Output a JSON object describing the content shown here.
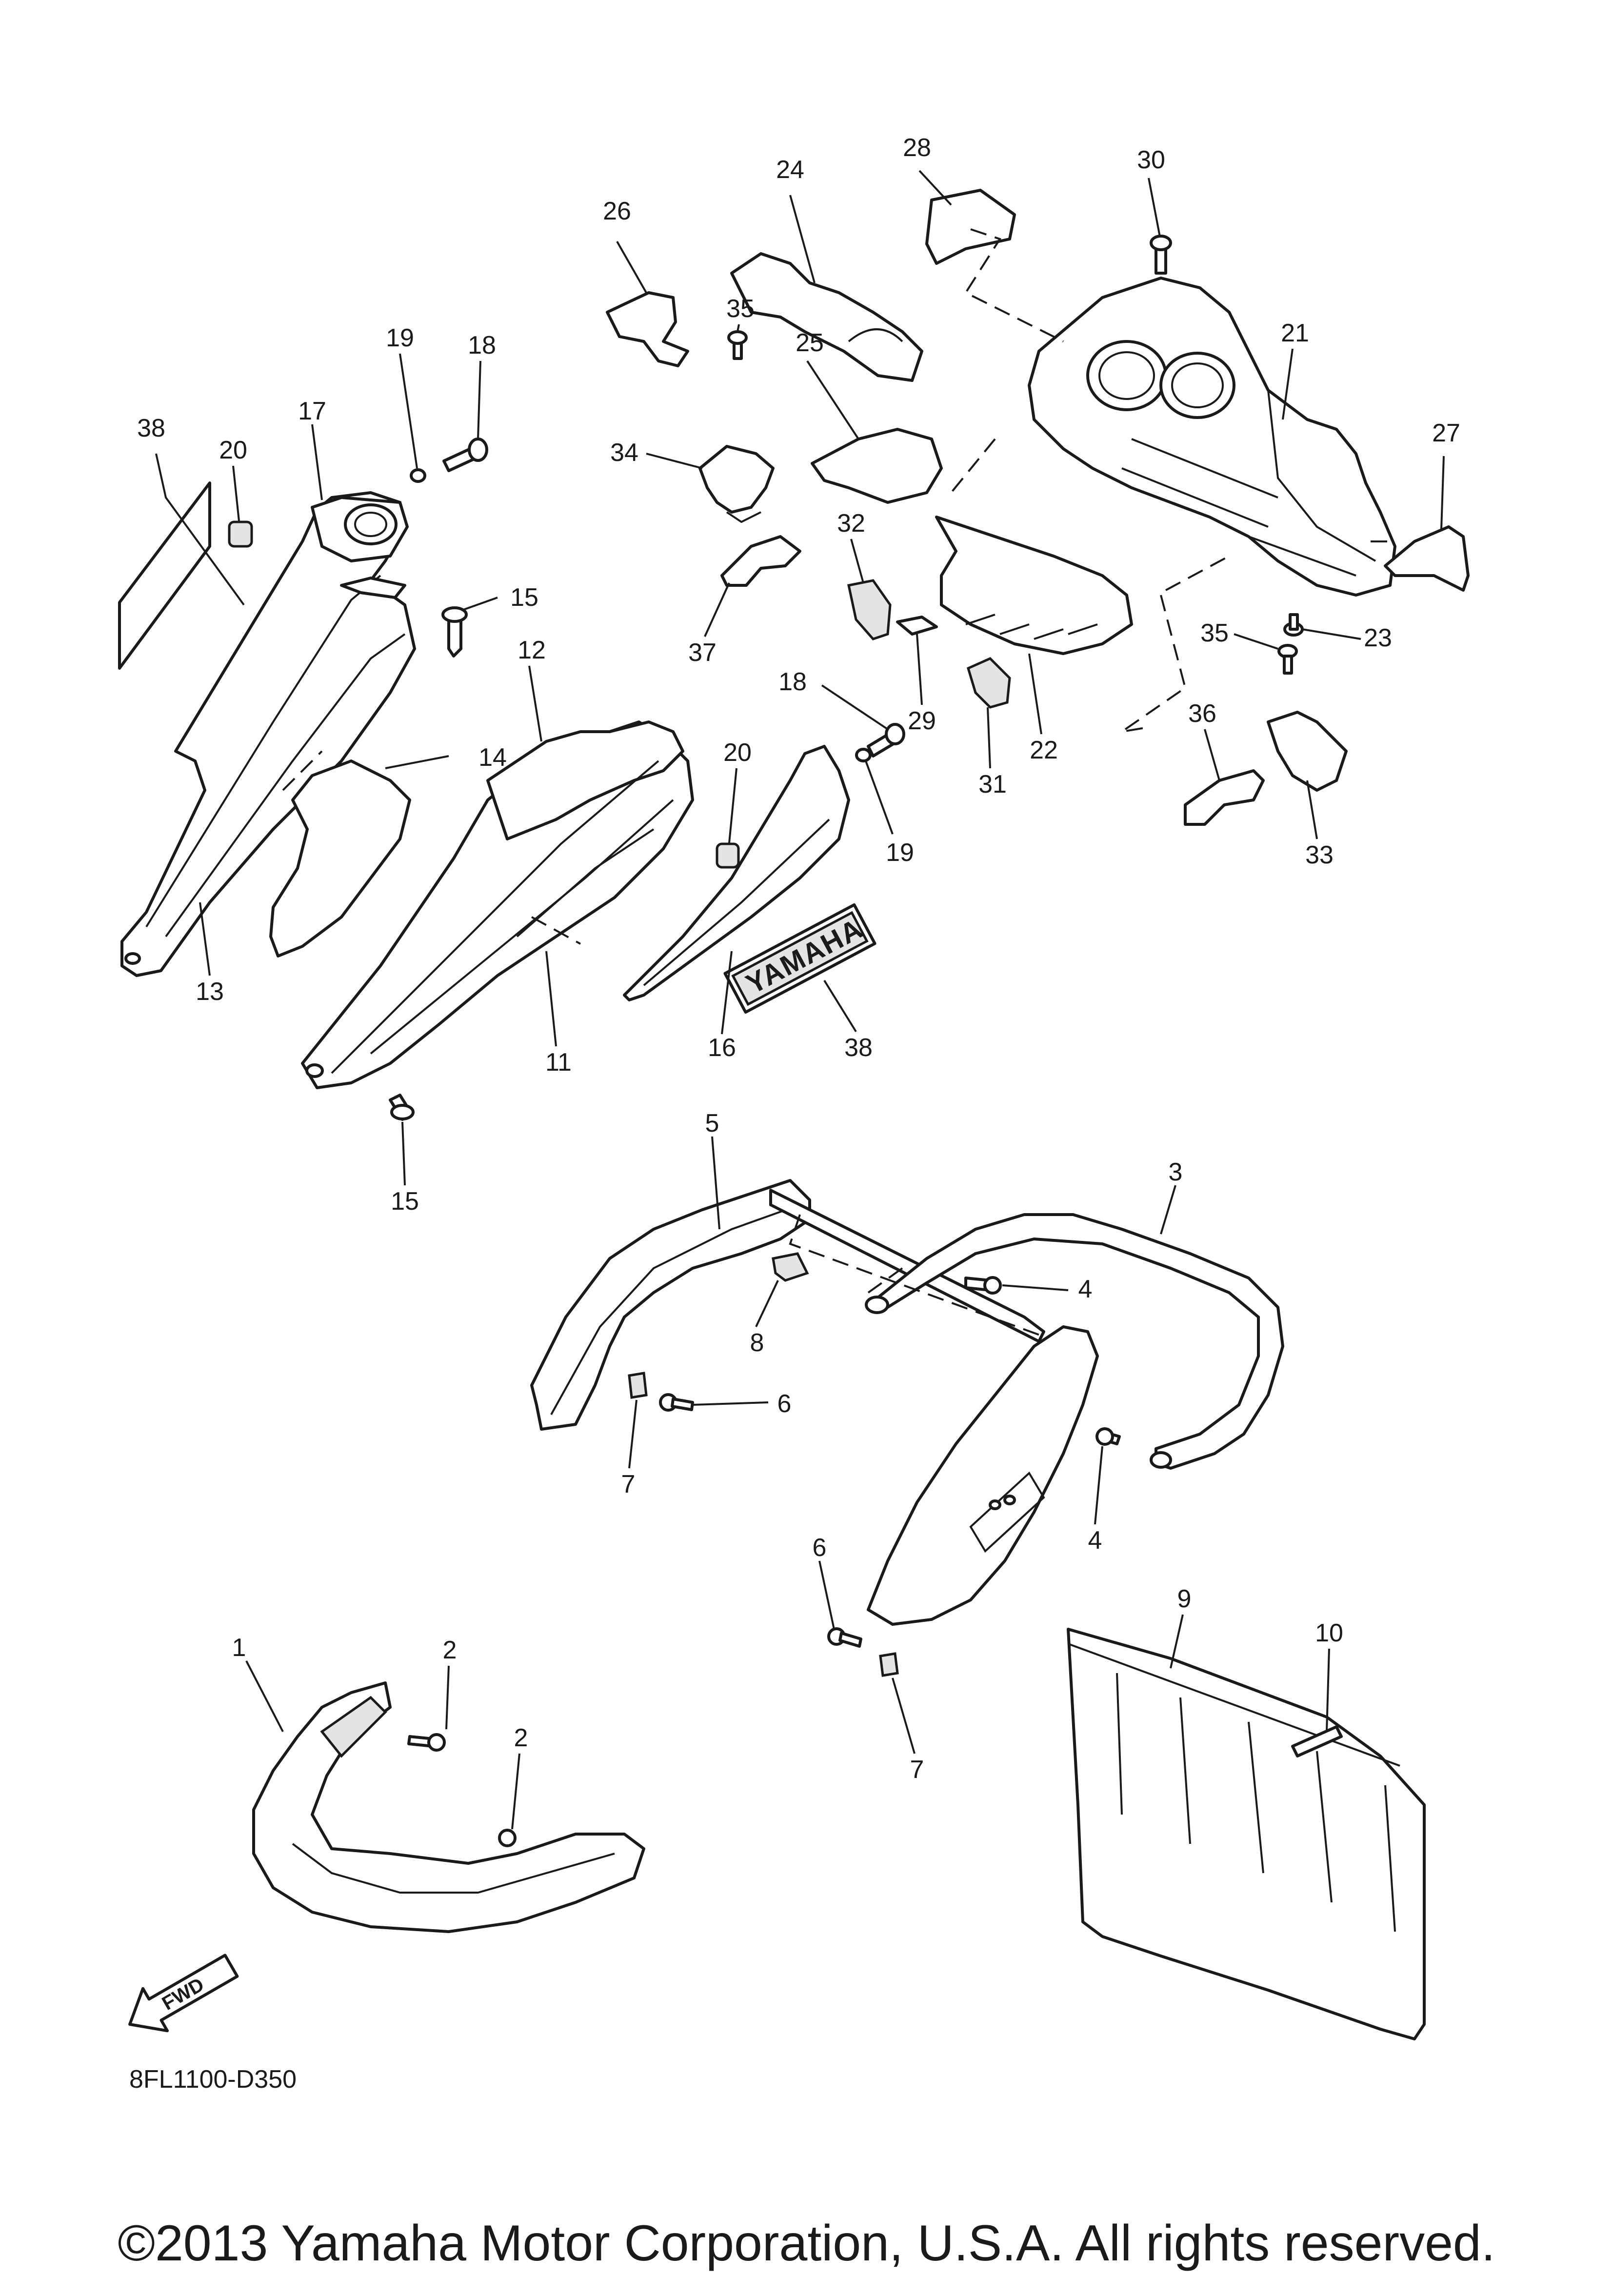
{
  "diagram_code": "8FL1100-D350",
  "copyright": "©2013 Yamaha Motor Corporation, U.S.A. All rights reserved.",
  "fwd_label": "FWD",
  "decal_text": "YAMAHA",
  "callouts": [
    {
      "id": "c1",
      "text": "1"
    },
    {
      "id": "c2a",
      "text": "2"
    },
    {
      "id": "c2b",
      "text": "2"
    },
    {
      "id": "c3",
      "text": "3"
    },
    {
      "id": "c4a",
      "text": "4"
    },
    {
      "id": "c4b",
      "text": "4"
    },
    {
      "id": "c5",
      "text": "5"
    },
    {
      "id": "c6a",
      "text": "6"
    },
    {
      "id": "c6b",
      "text": "6"
    },
    {
      "id": "c7a",
      "text": "7"
    },
    {
      "id": "c7b",
      "text": "7"
    },
    {
      "id": "c8",
      "text": "8"
    },
    {
      "id": "c9",
      "text": "9"
    },
    {
      "id": "c10",
      "text": "10"
    },
    {
      "id": "c11",
      "text": "11"
    },
    {
      "id": "c12",
      "text": "12"
    },
    {
      "id": "c13",
      "text": "13"
    },
    {
      "id": "c14",
      "text": "14"
    },
    {
      "id": "c15a",
      "text": "15"
    },
    {
      "id": "c15b",
      "text": "15"
    },
    {
      "id": "c16",
      "text": "16"
    },
    {
      "id": "c17",
      "text": "17"
    },
    {
      "id": "c18a",
      "text": "18"
    },
    {
      "id": "c18b",
      "text": "18"
    },
    {
      "id": "c19a",
      "text": "19"
    },
    {
      "id": "c19b",
      "text": "19"
    },
    {
      "id": "c20a",
      "text": "20"
    },
    {
      "id": "c20b",
      "text": "20"
    },
    {
      "id": "c21",
      "text": "21"
    },
    {
      "id": "c22",
      "text": "22"
    },
    {
      "id": "c23",
      "text": "23"
    },
    {
      "id": "c24",
      "text": "24"
    },
    {
      "id": "c25",
      "text": "25"
    },
    {
      "id": "c26",
      "text": "26"
    },
    {
      "id": "c27",
      "text": "27"
    },
    {
      "id": "c28",
      "text": "28"
    },
    {
      "id": "c29",
      "text": "29"
    },
    {
      "id": "c30",
      "text": "30"
    },
    {
      "id": "c31",
      "text": "31"
    },
    {
      "id": "c32",
      "text": "32"
    },
    {
      "id": "c33",
      "text": "33"
    },
    {
      "id": "c34",
      "text": "34"
    },
    {
      "id": "c35a",
      "text": "35"
    },
    {
      "id": "c35b",
      "text": "35"
    },
    {
      "id": "c36",
      "text": "36"
    },
    {
      "id": "c37",
      "text": "37"
    },
    {
      "id": "c38a",
      "text": "38"
    },
    {
      "id": "c38b",
      "text": "38"
    }
  ]
}
